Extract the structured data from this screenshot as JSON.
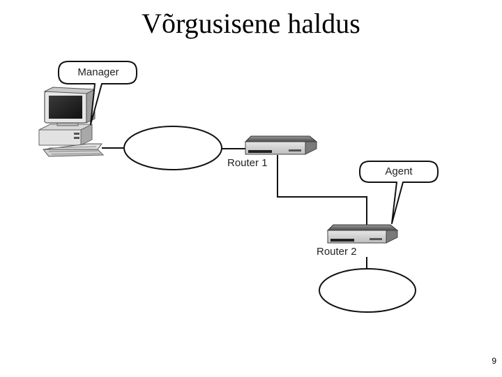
{
  "slide": {
    "title": "Võrgusisene haldus",
    "page_number": "9"
  },
  "diagram": {
    "nodes": {
      "manager": {
        "label": "Manager",
        "icon": "desktop-computer-icon"
      },
      "router1": {
        "label": "Router 1",
        "icon": "router-icon"
      },
      "router2": {
        "label": "Router 2",
        "icon": "router-icon"
      },
      "agent": {
        "label": "Agent"
      }
    },
    "networks": [
      "network-cloud-1",
      "network-cloud-2"
    ]
  }
}
